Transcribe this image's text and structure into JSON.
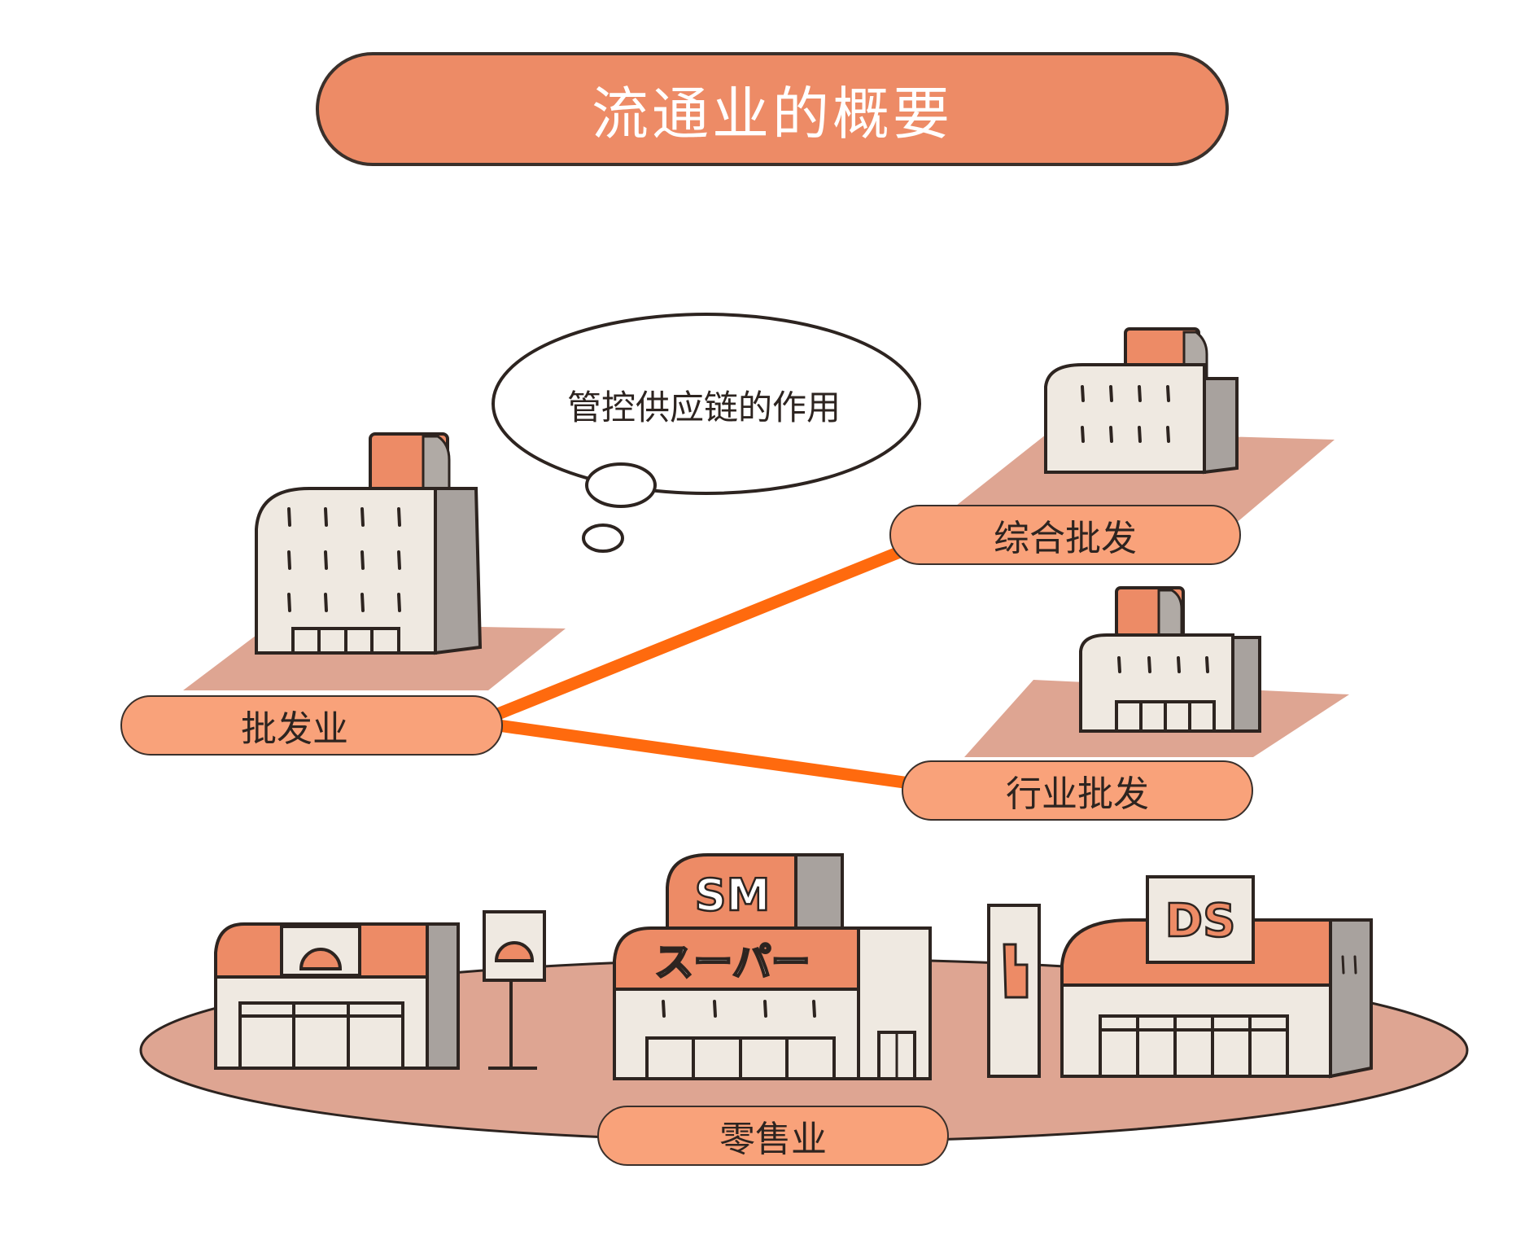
{
  "title": "流通业的概要",
  "thought_bubble": "管控供应链的作用",
  "nodes": {
    "wholesale": "批发业",
    "general_wholesale": "综合批发",
    "industry_wholesale": "行业批发",
    "retail": "零售业"
  },
  "store_signs": {
    "supermarket_top": "SM",
    "supermarket_banner": "スーパー",
    "discount_store": "DS"
  },
  "colors": {
    "accent": "#ed8b66",
    "pill": "#f9a27a",
    "ground": "#dea592",
    "connector": "#ff6a0e",
    "outline": "#3a302b"
  }
}
